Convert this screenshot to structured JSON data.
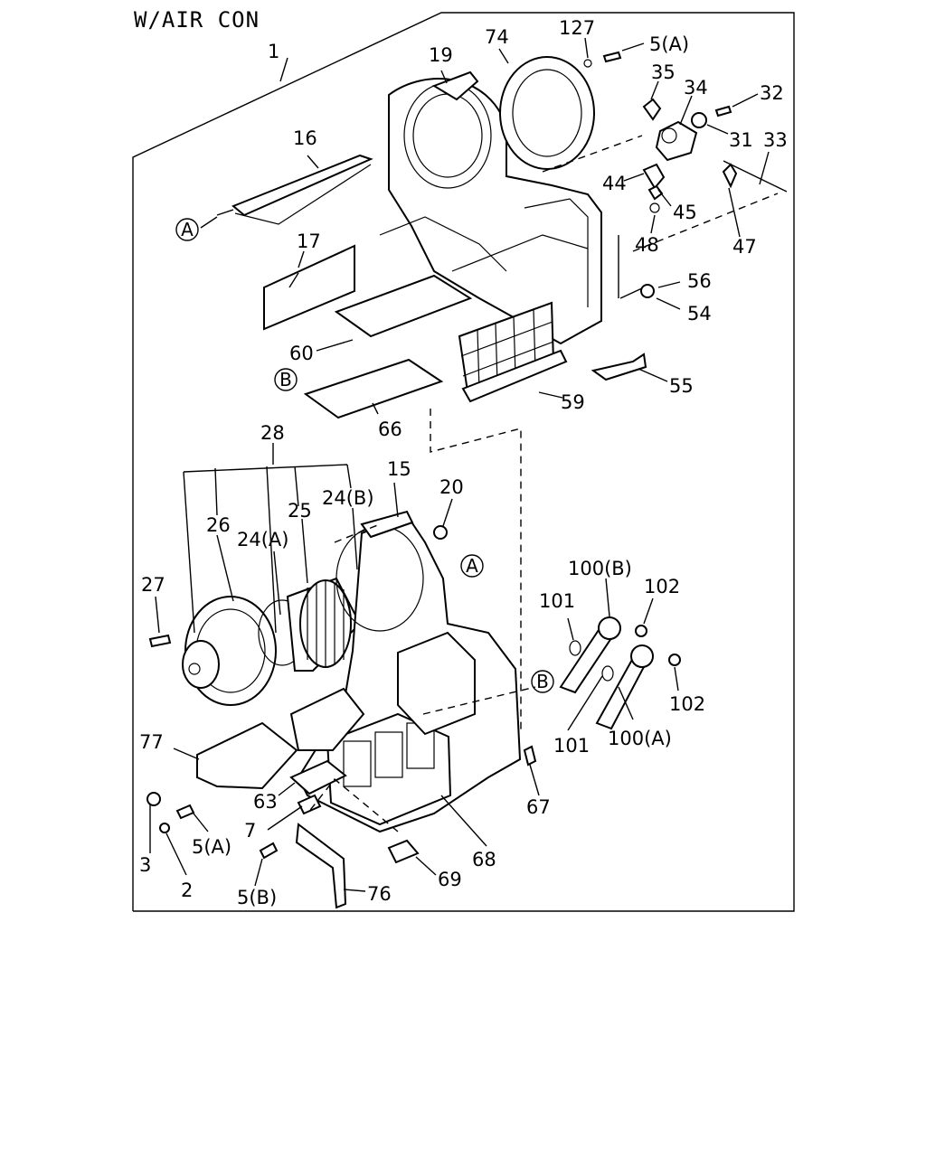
{
  "title": "W/AIR CON",
  "callouts": {
    "c1": "1",
    "c19": "19",
    "c74": "74",
    "c127": "127",
    "c5a_top": "5(A)",
    "c35": "35",
    "c34": "34",
    "c32": "32",
    "c31": "31",
    "c33": "33",
    "c16": "16",
    "c44": "44",
    "c45": "45",
    "c48": "48",
    "c47": "47",
    "c17": "17",
    "c56": "56",
    "c54": "54",
    "c60": "60",
    "c55": "55",
    "c59": "59",
    "c66": "66",
    "c28": "28",
    "c15": "15",
    "c20": "20",
    "c26": "26",
    "c25": "25",
    "c24b": "24(B)",
    "c24a": "24(A)",
    "c27": "27",
    "c100b": "100(B)",
    "c102a": "102",
    "c101a": "101",
    "c102b": "102",
    "c101b": "101",
    "c100a": "100(A)",
    "c77": "77",
    "c63": "63",
    "c67": "67",
    "c3": "3",
    "c5a_bot": "5(A)",
    "c7": "7",
    "c68": "68",
    "c2": "2",
    "c69": "69",
    "c5b": "5(B)",
    "c76": "76"
  },
  "refs": {
    "a_top": "A",
    "b_mid": "B",
    "a_mid": "A",
    "b_right": "B"
  }
}
